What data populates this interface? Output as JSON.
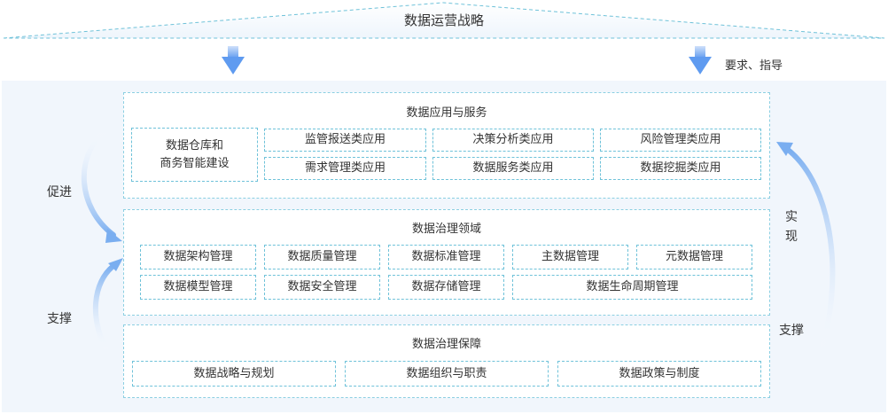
{
  "strategy": {
    "title": "数据运营战略"
  },
  "requirement_label": "要求、指导",
  "left_labels": {
    "promote": "促进",
    "support": "支撑"
  },
  "right_labels": {
    "realize_1": "实",
    "realize_2": "现",
    "support": "支撑"
  },
  "app_service": {
    "title": "数据应用与服务",
    "warehouse_line1": "数据仓库和",
    "warehouse_line2": "商务智能建设",
    "apps": [
      "监管报送类应用",
      "决策分析类应用",
      "风险管理类应用",
      "需求管理类应用",
      "数据服务类应用",
      "数据挖掘类应用"
    ]
  },
  "governance_domain": {
    "title": "数据治理领域",
    "items": [
      "数据架构管理",
      "数据质量管理",
      "数据标准管理",
      "主数据管理",
      "元数据管理",
      "数据模型管理",
      "数据安全管理",
      "数据存储管理",
      "数据生命周期管理"
    ]
  },
  "governance_guarantee": {
    "title": "数据治理保障",
    "items": [
      "数据战略与规划",
      "数据组织与职责",
      "数据政策与制度"
    ]
  },
  "colors": {
    "border": "#6fc2d9",
    "arrow": "#7aaef0",
    "band": "#f1f6fc"
  }
}
